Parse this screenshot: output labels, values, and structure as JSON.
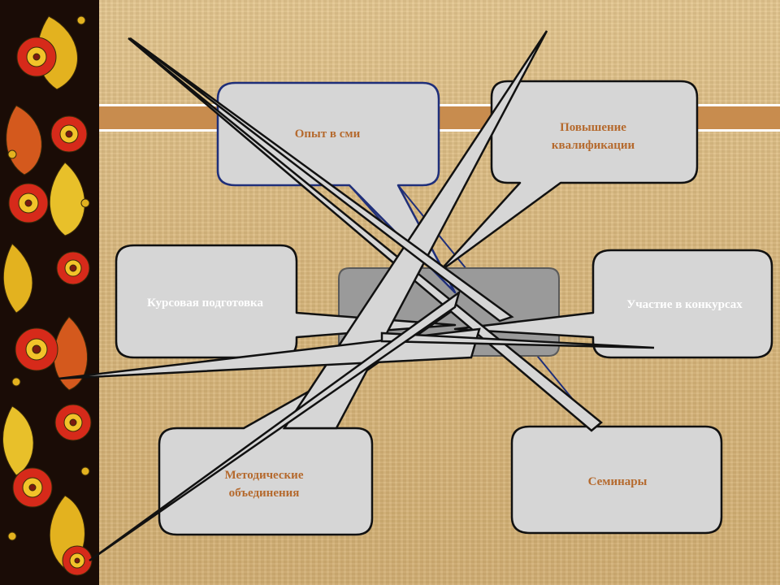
{
  "nodes": {
    "media_experience": "Опыт в сми",
    "qualification": "Повышение\nквалификации",
    "course_training": "Курсовая подготовка",
    "competitions": "Участие в конкурсах",
    "methodical_associations": "Методические\nобъединения",
    "seminars": "Семинары"
  },
  "colors": {
    "node_fill": "#d6d6d6",
    "node_stroke": "#000000",
    "center_fill": "#9a9a9a",
    "accent_text": "#b56a2e",
    "blue_connector": "#1f2f7a",
    "band": "#c88c4e"
  }
}
